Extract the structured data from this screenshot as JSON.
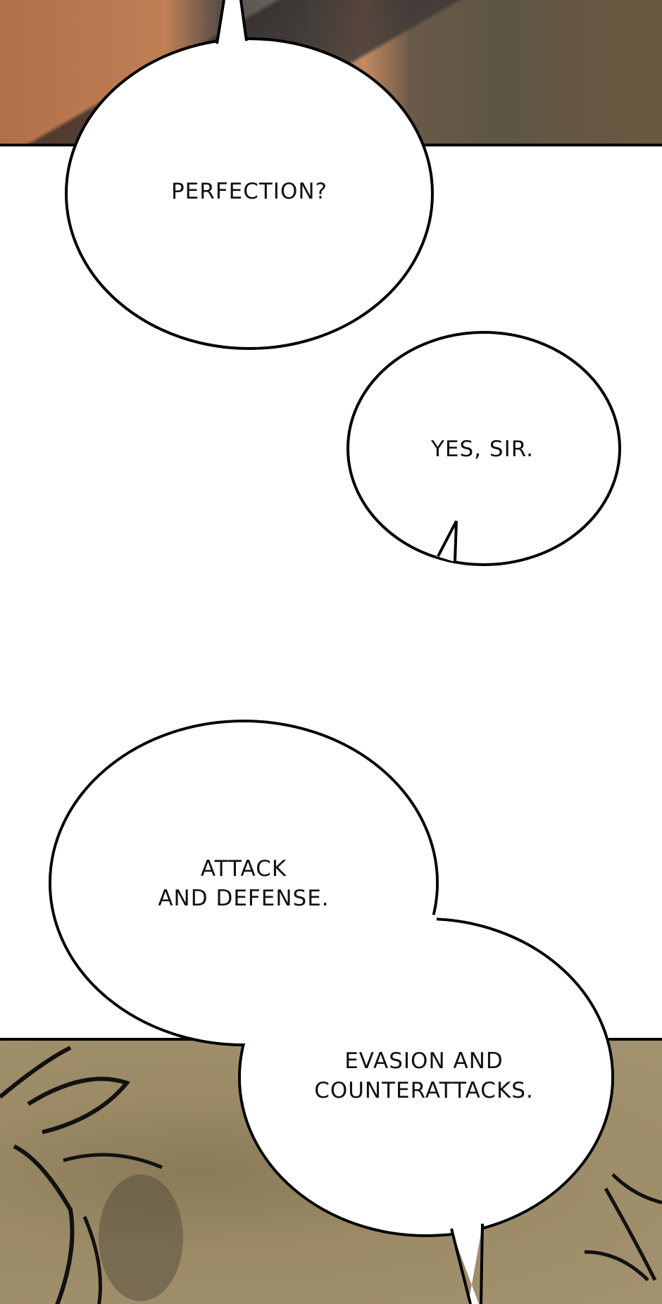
{
  "bubbles": {
    "b1": {
      "text": "PERFECTION?"
    },
    "b2": {
      "text": "YES, SIR."
    },
    "b3": {
      "line1": "ATTACK",
      "line2": "AND DEFENSE."
    },
    "b4": {
      "line1": "EVASION AND",
      "line2": "COUNTERATTACKS."
    }
  }
}
